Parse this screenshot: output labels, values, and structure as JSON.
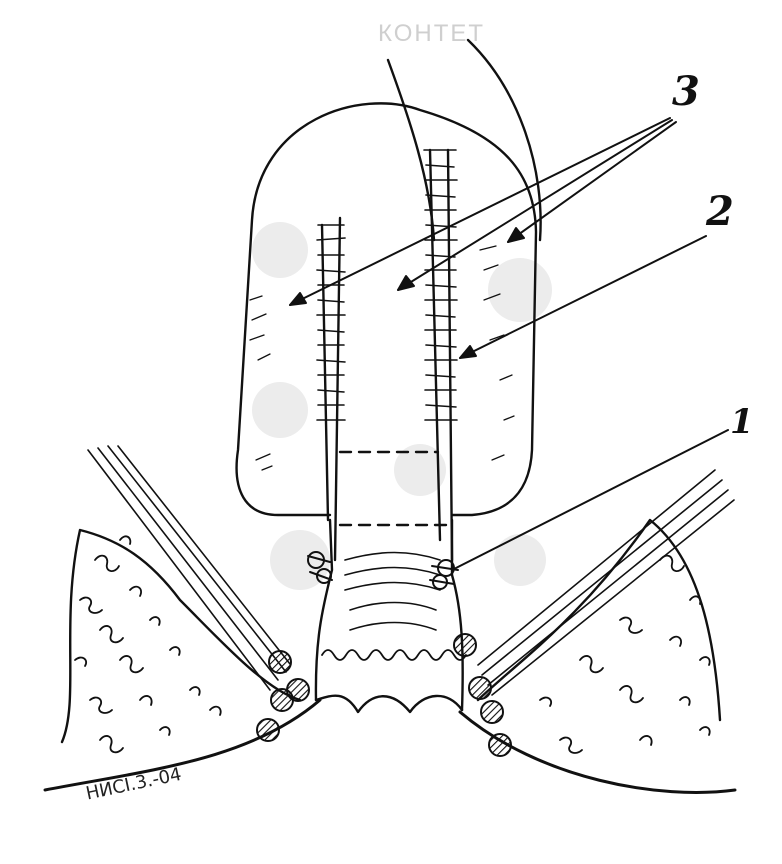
{
  "background_text": {
    "title": "КОНТЕТ"
  },
  "callouts": {
    "label_1": "1",
    "label_2": "2",
    "label_3": "3"
  },
  "signature": "НИСІ.3.-04"
}
